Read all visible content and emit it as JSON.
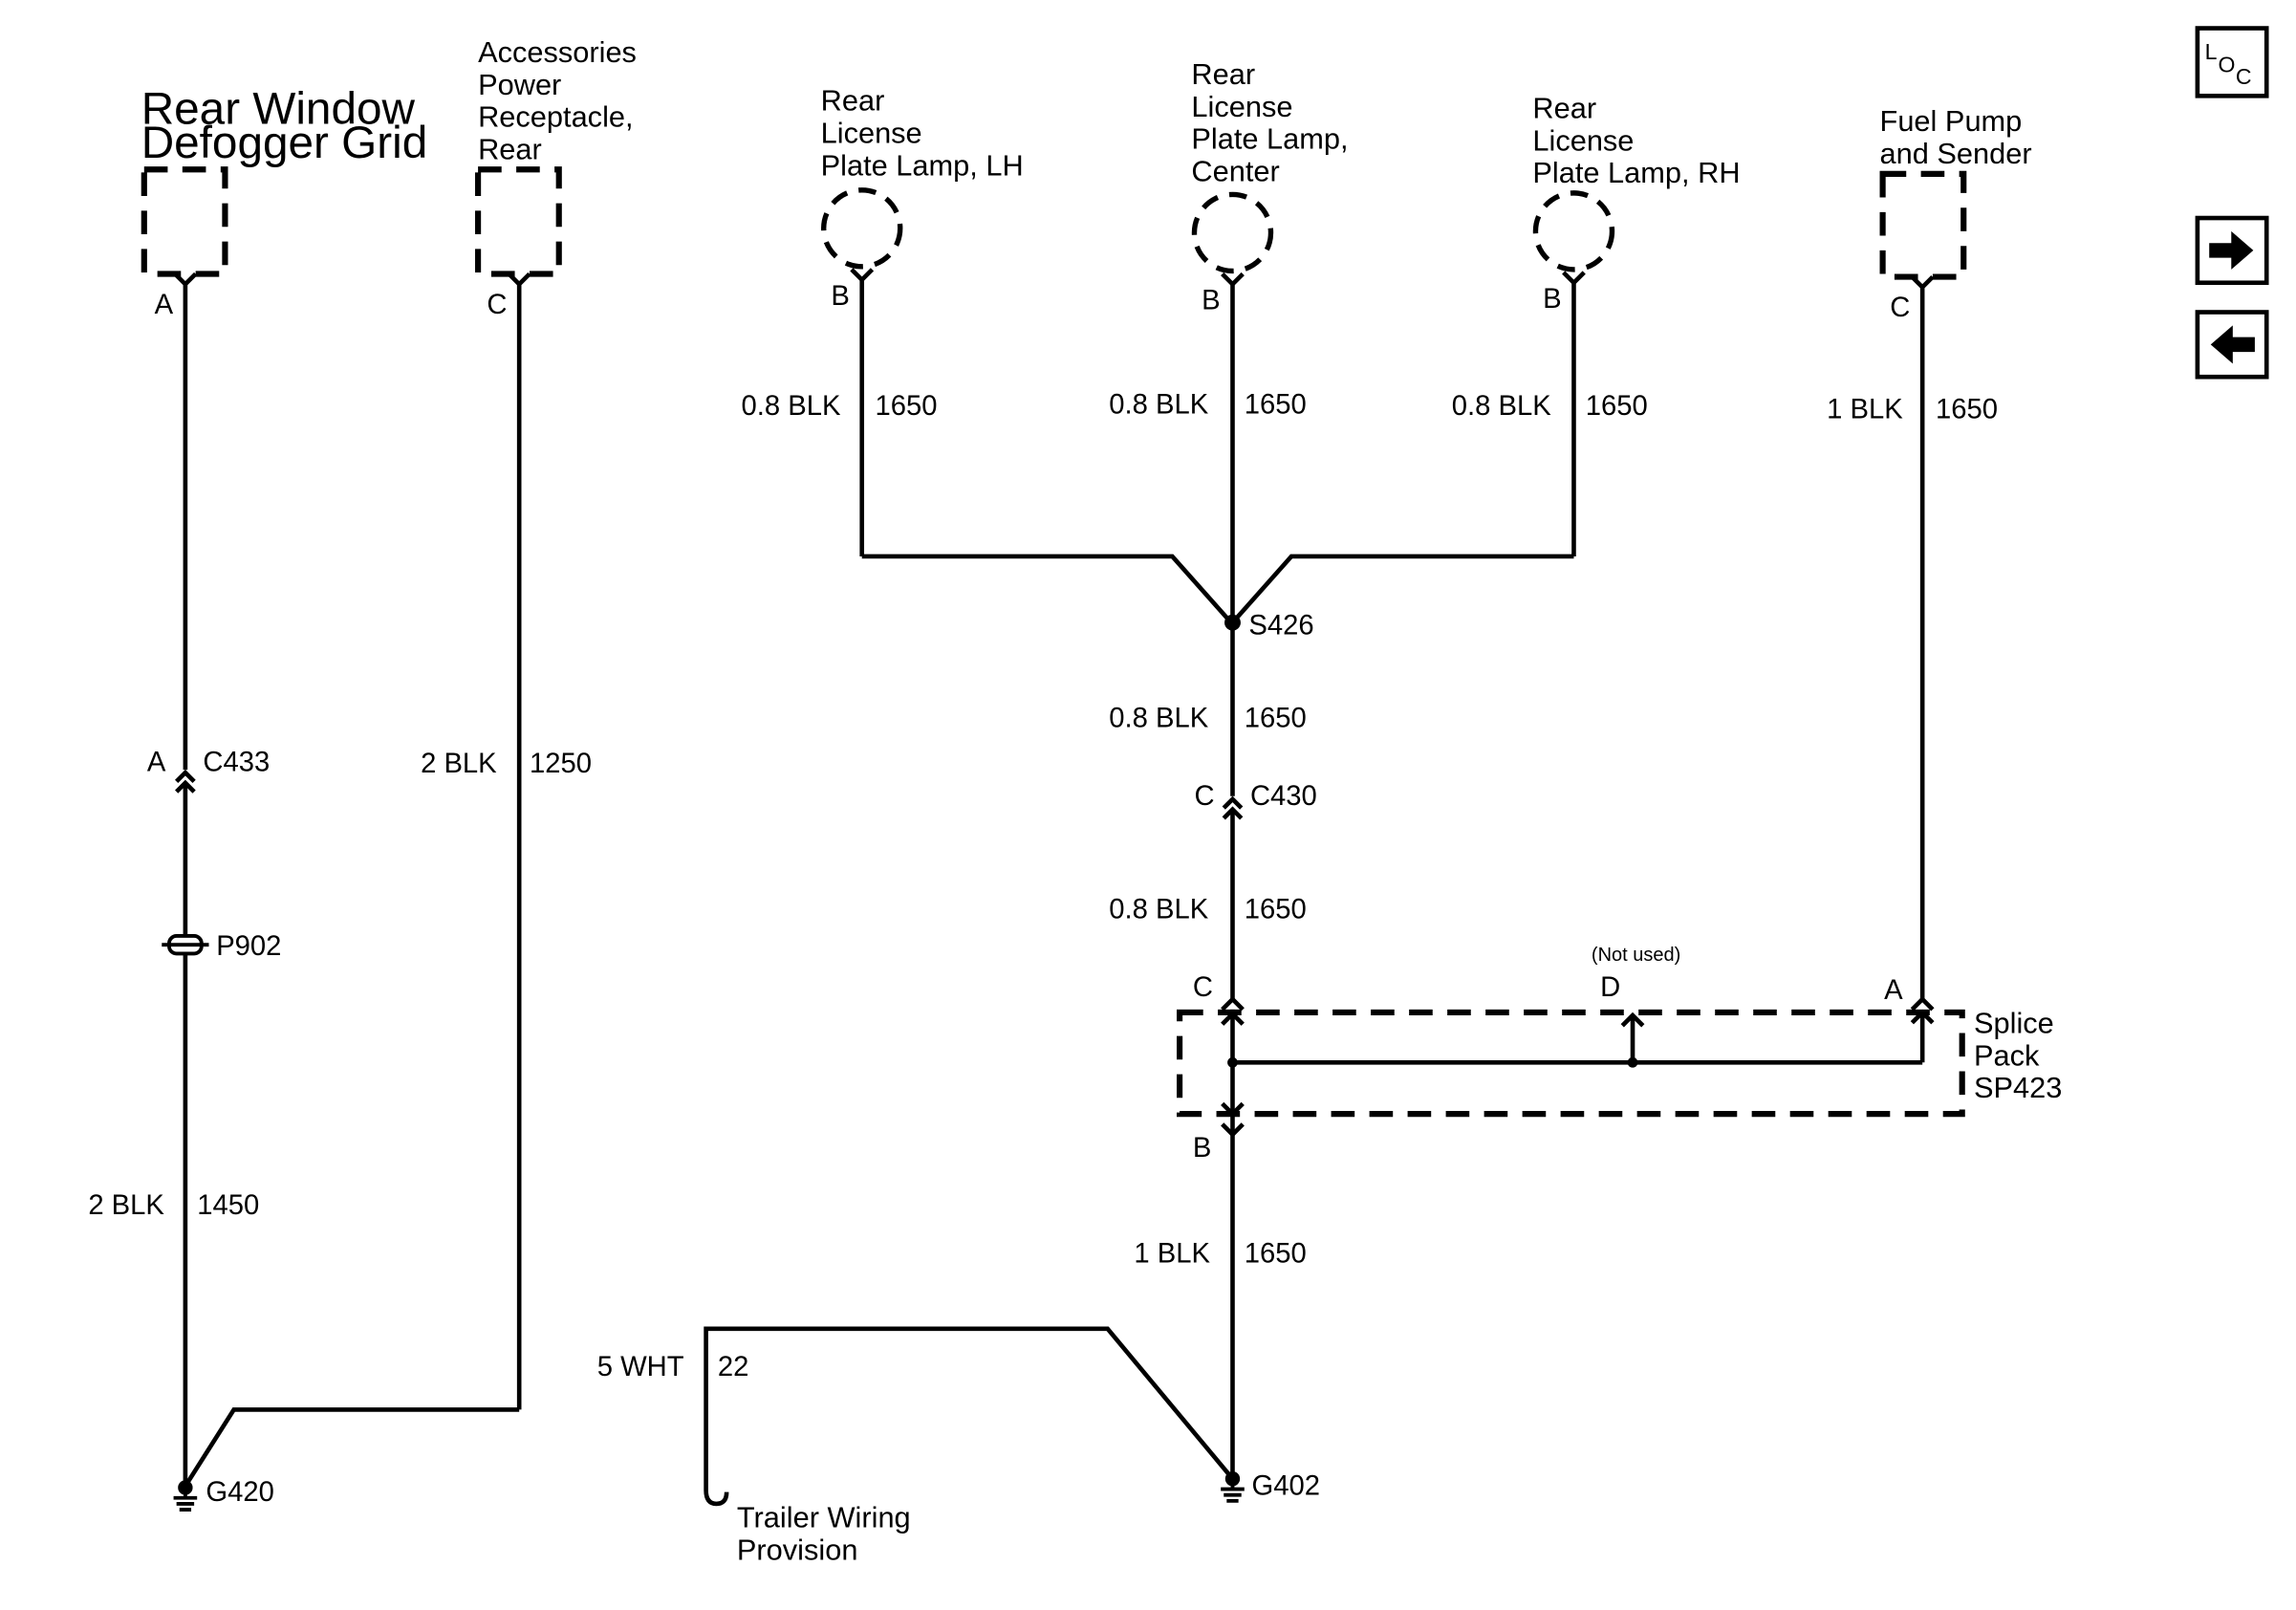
{
  "components": {
    "rear_window_defogger": [
      "Rear Window",
      "Defogger Grid"
    ],
    "accessories_receptacle": [
      "Accessories",
      "Power",
      "Receptacle,",
      "Rear"
    ],
    "plate_lamp_lh": [
      "Rear",
      "License",
      "Plate Lamp, LH"
    ],
    "plate_lamp_center": [
      "Rear",
      "License",
      "Plate Lamp,",
      "Center"
    ],
    "plate_lamp_rh": [
      "Rear",
      "License",
      "Plate Lamp, RH"
    ],
    "fuel_pump": [
      "Fuel Pump",
      "and Sender"
    ],
    "splice_pack": [
      "Splice",
      "Pack",
      "SP423"
    ],
    "trailer_wiring": [
      "Trailer Wiring",
      "Provision"
    ]
  },
  "pins": {
    "defogger": "A",
    "receptacle": "C",
    "lamp_lh": "B",
    "lamp_center": "B",
    "lamp_rh": "B",
    "fuel_pump": "C",
    "c433_pin": "A",
    "c430_pin": "C",
    "sp_c": "C",
    "sp_d": "D",
    "sp_a": "A",
    "sp_b": "B"
  },
  "wires": {
    "lamp_lh": {
      "gauge": "0.8 BLK",
      "circuit": "1650"
    },
    "lamp_center": {
      "gauge": "0.8 BLK",
      "circuit": "1650"
    },
    "lamp_rh": {
      "gauge": "0.8 BLK",
      "circuit": "1650"
    },
    "fuel_pump": {
      "gauge": "1 BLK",
      "circuit": "1650"
    },
    "s426_c430": {
      "gauge": "0.8 BLK",
      "circuit": "1650"
    },
    "c430_sp": {
      "gauge": "0.8 BLK",
      "circuit": "1650"
    },
    "sp_g402": {
      "gauge": "1 BLK",
      "circuit": "1650"
    },
    "receptacle": {
      "gauge": "2 BLK",
      "circuit": "1250"
    },
    "defogger_ground": {
      "gauge": "2 BLK",
      "circuit": "1450"
    },
    "trailer": {
      "gauge": "5 WHT",
      "circuit": "22"
    }
  },
  "nodes": {
    "splice": "S426",
    "connector_c433": "C433",
    "connector_c430": "C430",
    "pass_through": "P902",
    "ground_g420": "G420",
    "ground_g402": "G402",
    "not_used": "(Not used)"
  },
  "nav": {
    "loc": {
      "main": "L",
      "sub1": "O",
      "sub2": "C"
    },
    "next_icon": "arrow-right",
    "prev_icon": "arrow-left"
  }
}
